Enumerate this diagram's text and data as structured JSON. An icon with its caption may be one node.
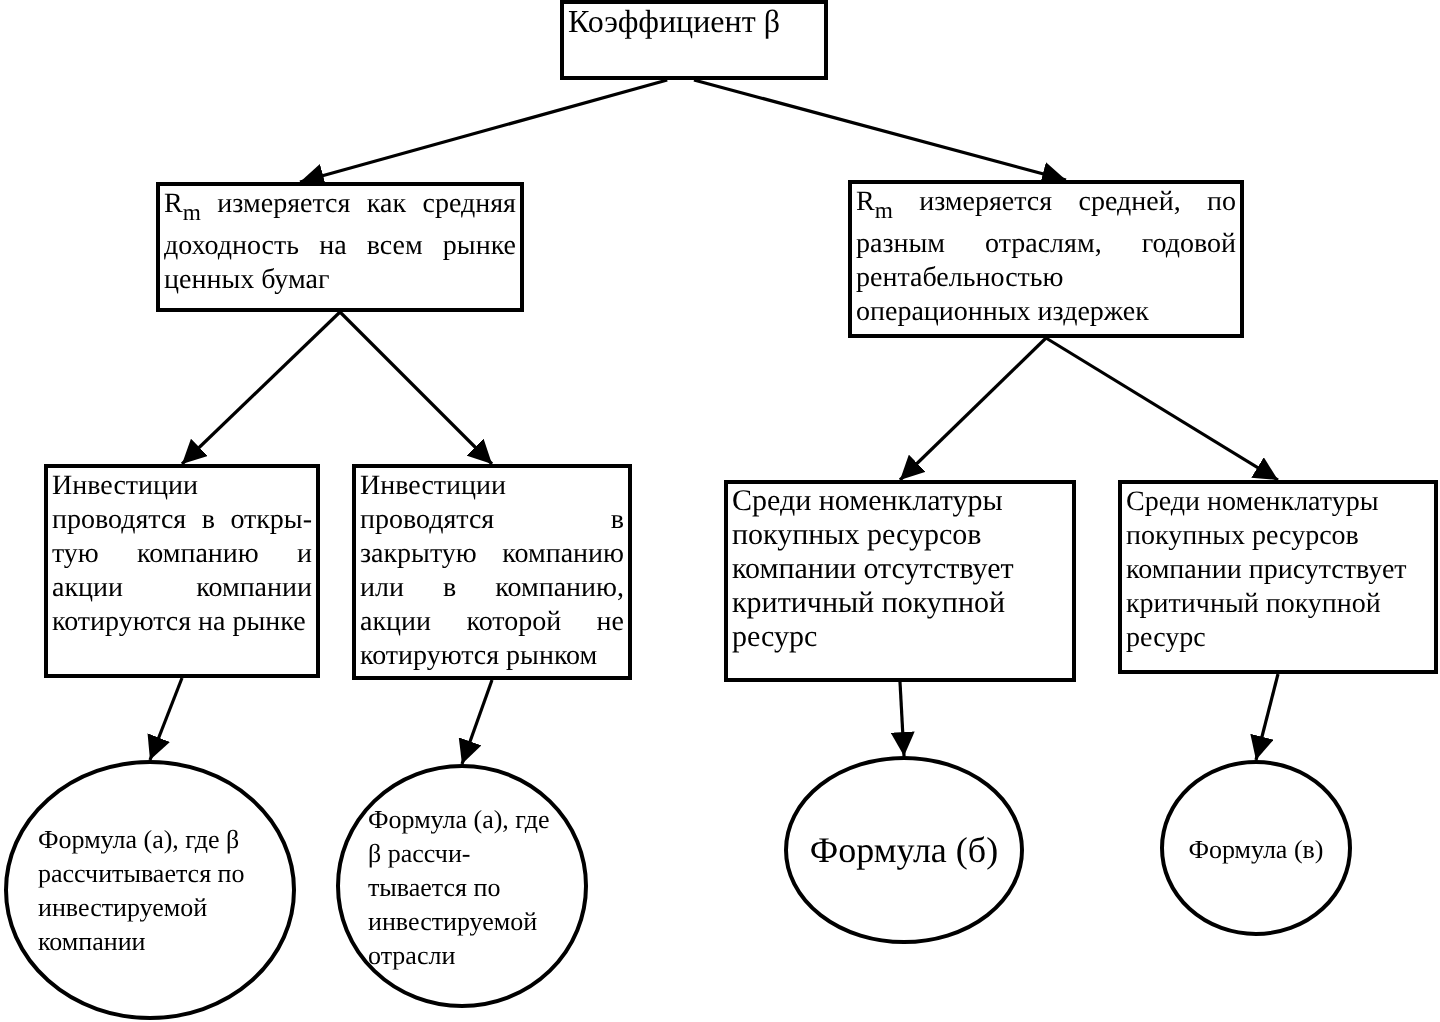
{
  "diagram": {
    "nodes": [
      {
        "text": [
          "Коэффициент β"
        ]
      },
      {
        "text": [
          "R$_{m}$ измеряется как средняя доходность на всем рынке ценных бумаг"
        ]
      },
      {
        "text": [
          "R$_{m}$ измеряется средней, по разным отраслям, годовой рентабельностью операционных издержек"
        ]
      },
      {
        "text": [
          "Инвестиции проводятся в откры-тую компанию и акции компании котируются на рынке"
        ]
      },
      {
        "text": [
          "Инвестиции проводятся в закрытую компанию или в компанию, акции которой не котируются рынком"
        ]
      },
      {
        "text": [
          "Среди номенклатуры покупных ресурсов компании отсутствует критичный покупной ресурс"
        ]
      },
      {
        "text": [
          "Среди номенклатуры покупных ресурсов компании присутствует критичный покупной ресурс"
        ]
      },
      {
        "text": [
          "Формула (а), где β рассчитывается по инвестируемой компании"
        ]
      },
      {
        "text": [
          "Формула (а), где β рассчи-тывается по инвестируемой отрасли"
        ]
      },
      {
        "text": [
          "Формула (б)"
        ]
      },
      {
        "text": [
          "Формула (в)"
        ]
      }
    ],
    "edges": [
      {
        "from": 0,
        "to": 1,
        "arrow": "to"
      },
      {
        "from": 0,
        "to": 2,
        "arrow": "to"
      },
      {
        "from": 1,
        "to": 3,
        "arrow": "to"
      },
      {
        "from": 1,
        "to": 4,
        "arrow": "to"
      },
      {
        "from": 2,
        "to": 5,
        "arrow": "to"
      },
      {
        "from": 2,
        "to": 6,
        "arrow": "to"
      },
      {
        "from": 3,
        "to": 7,
        "arrow": "to"
      },
      {
        "from": 4,
        "to": 8,
        "arrow": "to"
      },
      {
        "from": 5,
        "to": 9,
        "arrow": "to"
      },
      {
        "from": 6,
        "to": 10,
        "arrow": "to"
      }
    ]
  }
}
